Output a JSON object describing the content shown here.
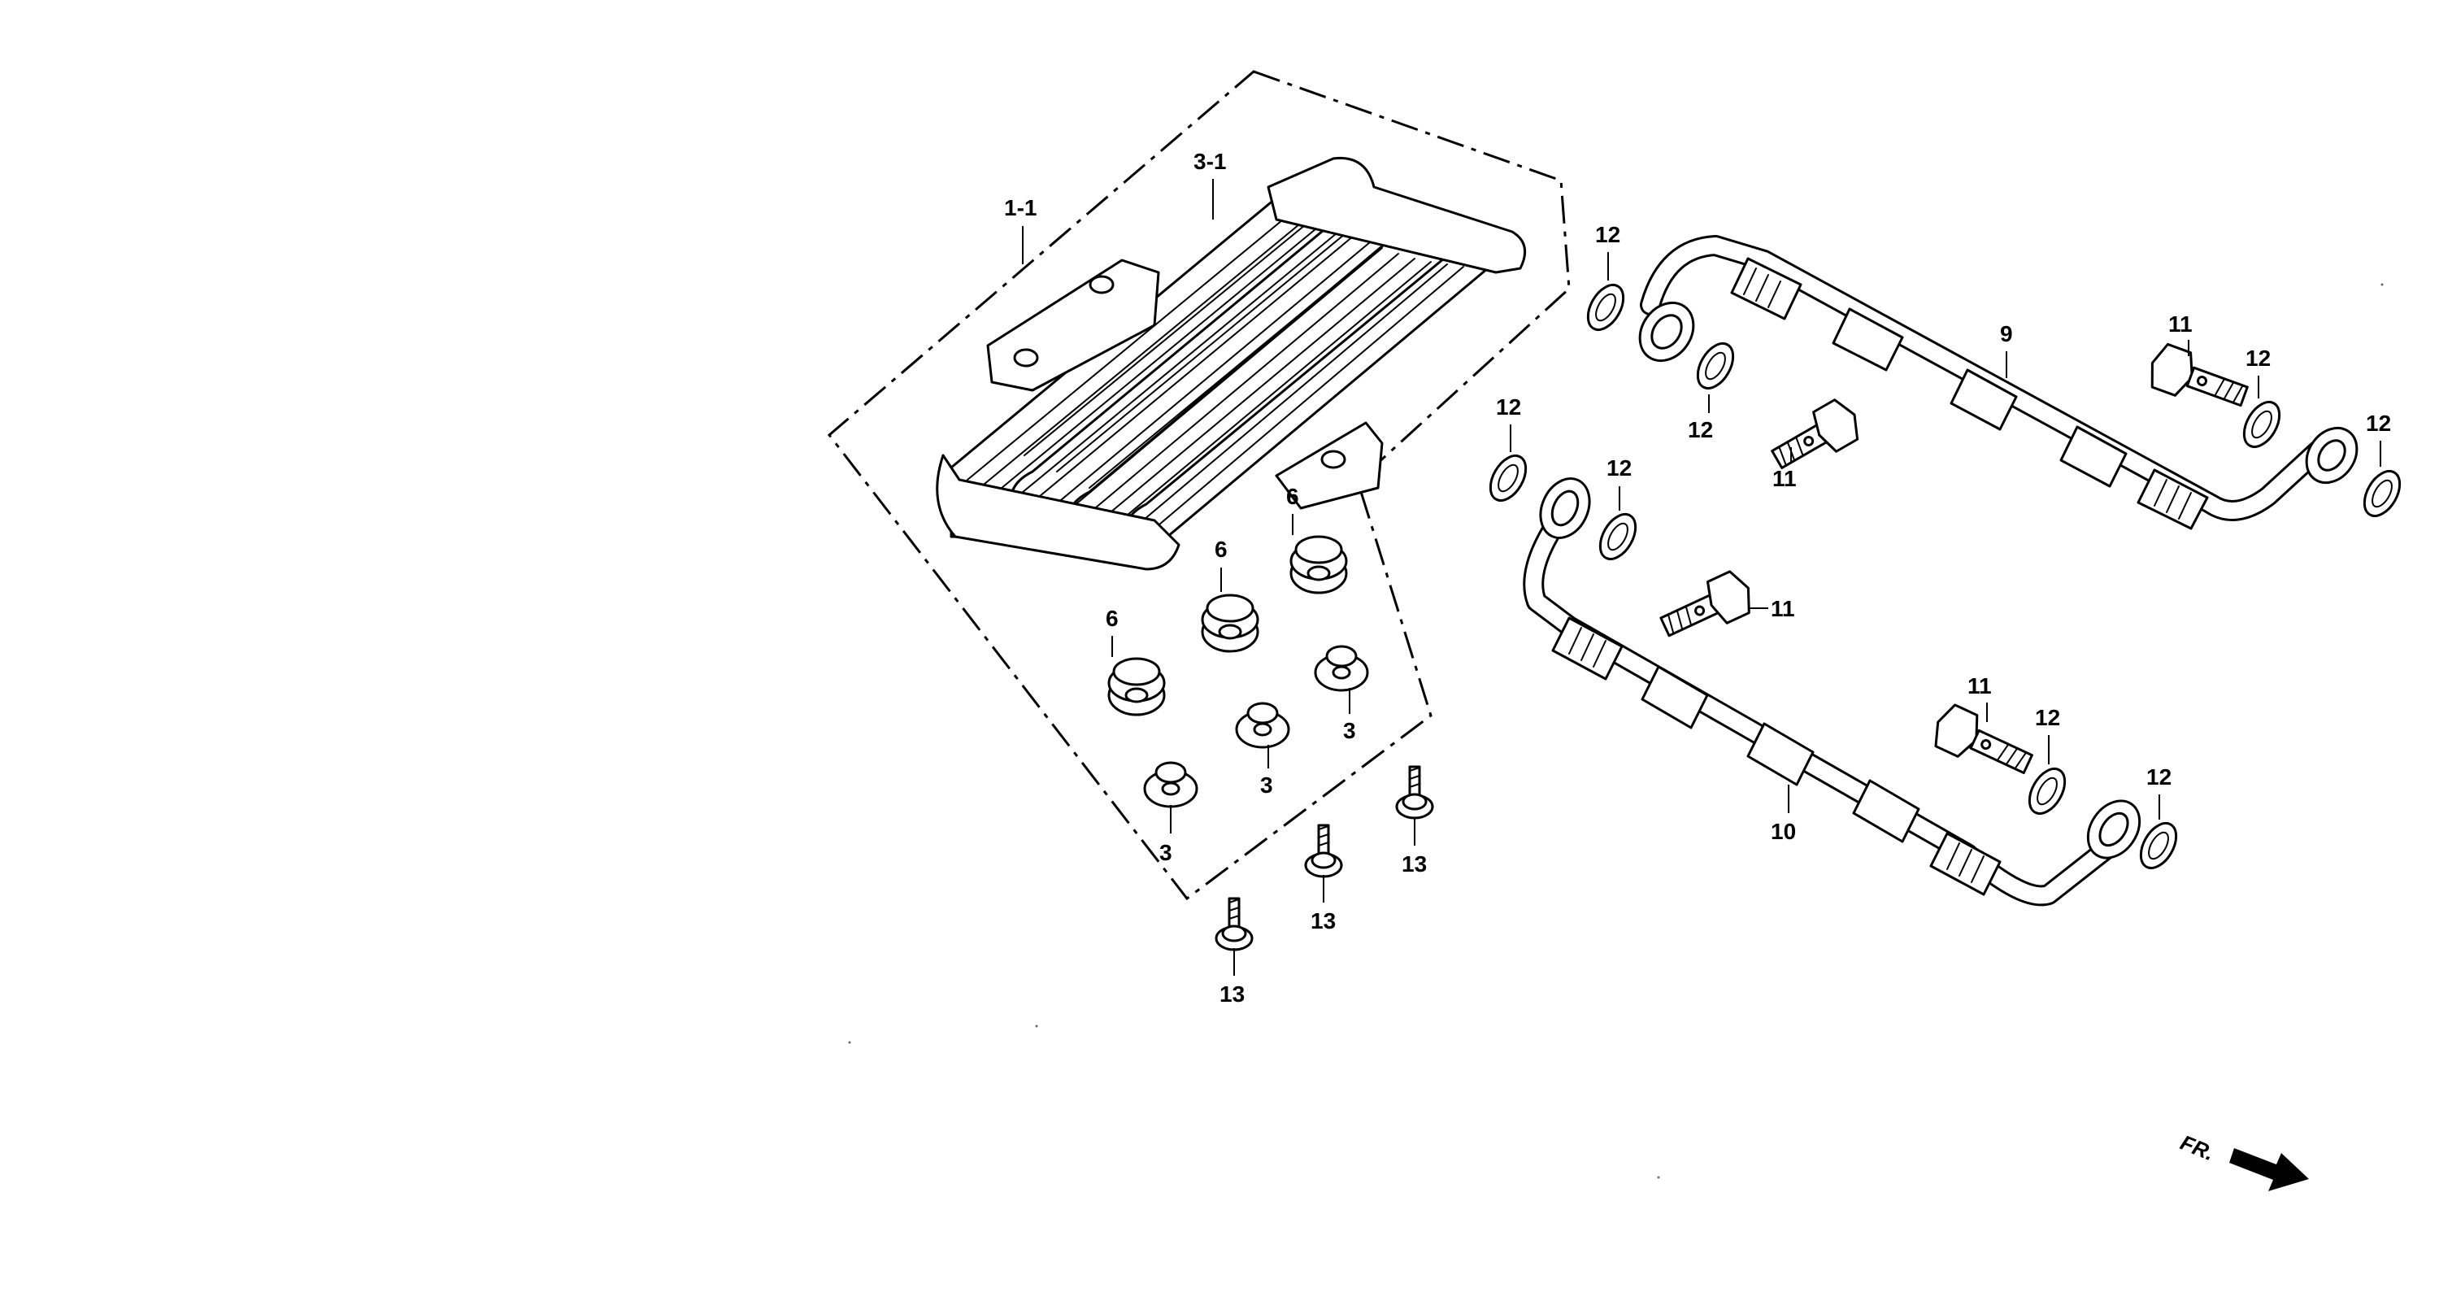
{
  "labels": {
    "oil_cooler": "1-1",
    "cooler_core": "3-1",
    "grommet_a": "6",
    "grommet_b": "6",
    "grommet_c": "6",
    "collar_a": "3",
    "collar_b": "3",
    "collar_c": "3",
    "bolt_13_a": "13",
    "bolt_13_b": "13",
    "bolt_13_c": "13",
    "hose_upper": "9",
    "hose_lower": "10",
    "bolt_11_a": "11",
    "bolt_11_b": "11",
    "bolt_11_c": "11",
    "bolt_11_d": "11",
    "washer_a": "12",
    "washer_b": "12",
    "washer_c": "12",
    "washer_d": "12",
    "washer_e": "12",
    "washer_f": "12",
    "washer_g": "12",
    "washer_h": "12"
  },
  "direction_marker": "FR."
}
